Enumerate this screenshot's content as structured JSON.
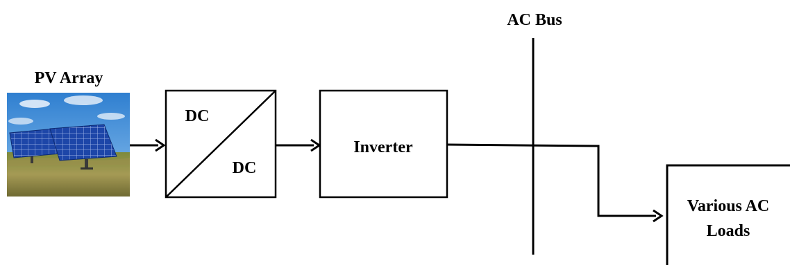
{
  "pv_array": {
    "label": "PV Array",
    "colors": {
      "sky": "#3f8fd8",
      "cloud": "#f2f6fb",
      "panel": "#1c3f9e",
      "grass": "#8c8a45"
    }
  },
  "dc_converter": {
    "input_label": "DC",
    "output_label": "DC"
  },
  "inverter": {
    "label": "Inverter"
  },
  "ac_bus": {
    "label": "AC Bus"
  },
  "loads": {
    "label_line1": "Various AC",
    "label_line2": "Loads"
  },
  "colors": {
    "stroke": "#000000",
    "background": "#ffffff"
  }
}
